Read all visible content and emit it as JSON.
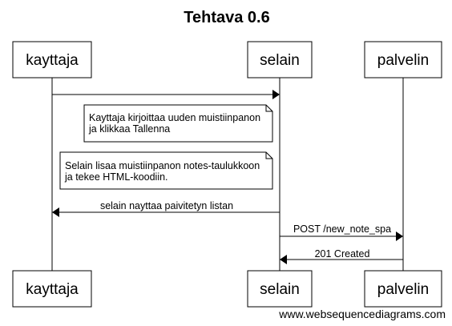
{
  "title": "Tehtava 0.6",
  "actors": [
    {
      "id": "kayttaja",
      "label": "kayttaja"
    },
    {
      "id": "selain",
      "label": "selain"
    },
    {
      "id": "palvelin",
      "label": "palvelin"
    }
  ],
  "messages": [
    {
      "from": "kayttaja",
      "to": "selain",
      "label": ""
    },
    {
      "from": "selain",
      "to": "kayttaja",
      "label": "selain nayttaa paivitetyn listan"
    },
    {
      "from": "selain",
      "to": "palvelin",
      "label": "POST /new_note_spa"
    },
    {
      "from": "palvelin",
      "to": "selain",
      "label": "201 Created"
    }
  ],
  "notes": [
    {
      "lines": [
        "Kayttaja kirjoittaa uuden muistiinpanon",
        "ja klikkaa Tallenna"
      ]
    },
    {
      "lines": [
        "Selain lisaa muistiinpanon notes-taulukkoon",
        "ja tekee HTML-koodiin."
      ]
    }
  ],
  "watermark": "www.websequencediagrams.com"
}
